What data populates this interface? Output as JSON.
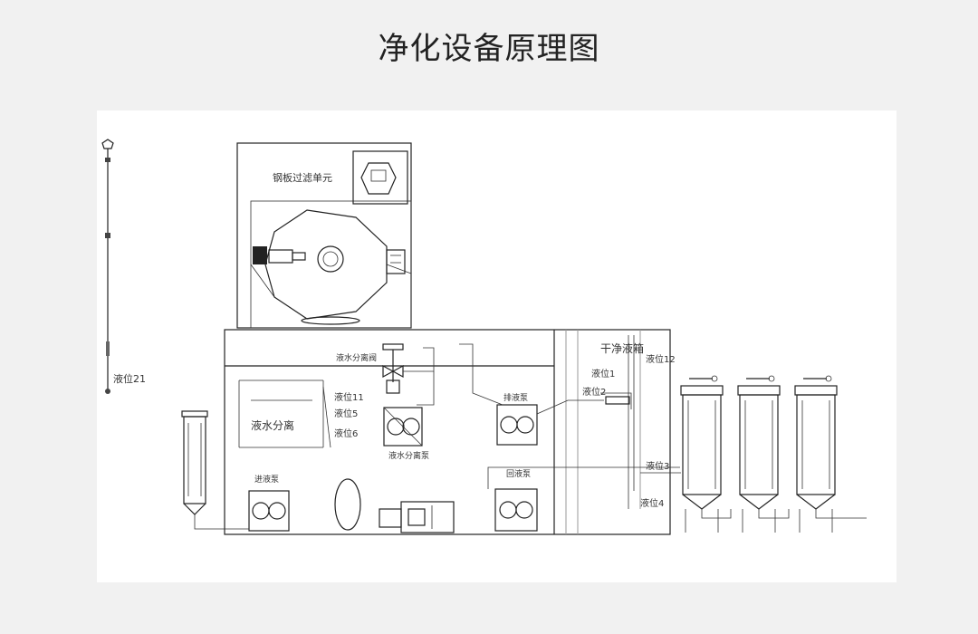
{
  "title": "净化设备原理图",
  "diagram": {
    "unit_label": "钢板过滤单元",
    "separator_box_label": "液水分离",
    "valve_label": "液水分离阀",
    "pump_label_separator": "液水分离泵",
    "pump_label_drain": "排液泵",
    "pump_label_recovery": "回液泵",
    "pump_label_feed": "进液泵",
    "clean_tank_label": "干净液箱",
    "level_labels": {
      "l21": "液位21",
      "l11": "液位11",
      "l5": "液位5",
      "l6": "液位6",
      "l1": "液位1",
      "l12": "液位12",
      "l2": "液位2",
      "l3": "液位3",
      "l4": "液位4"
    }
  }
}
